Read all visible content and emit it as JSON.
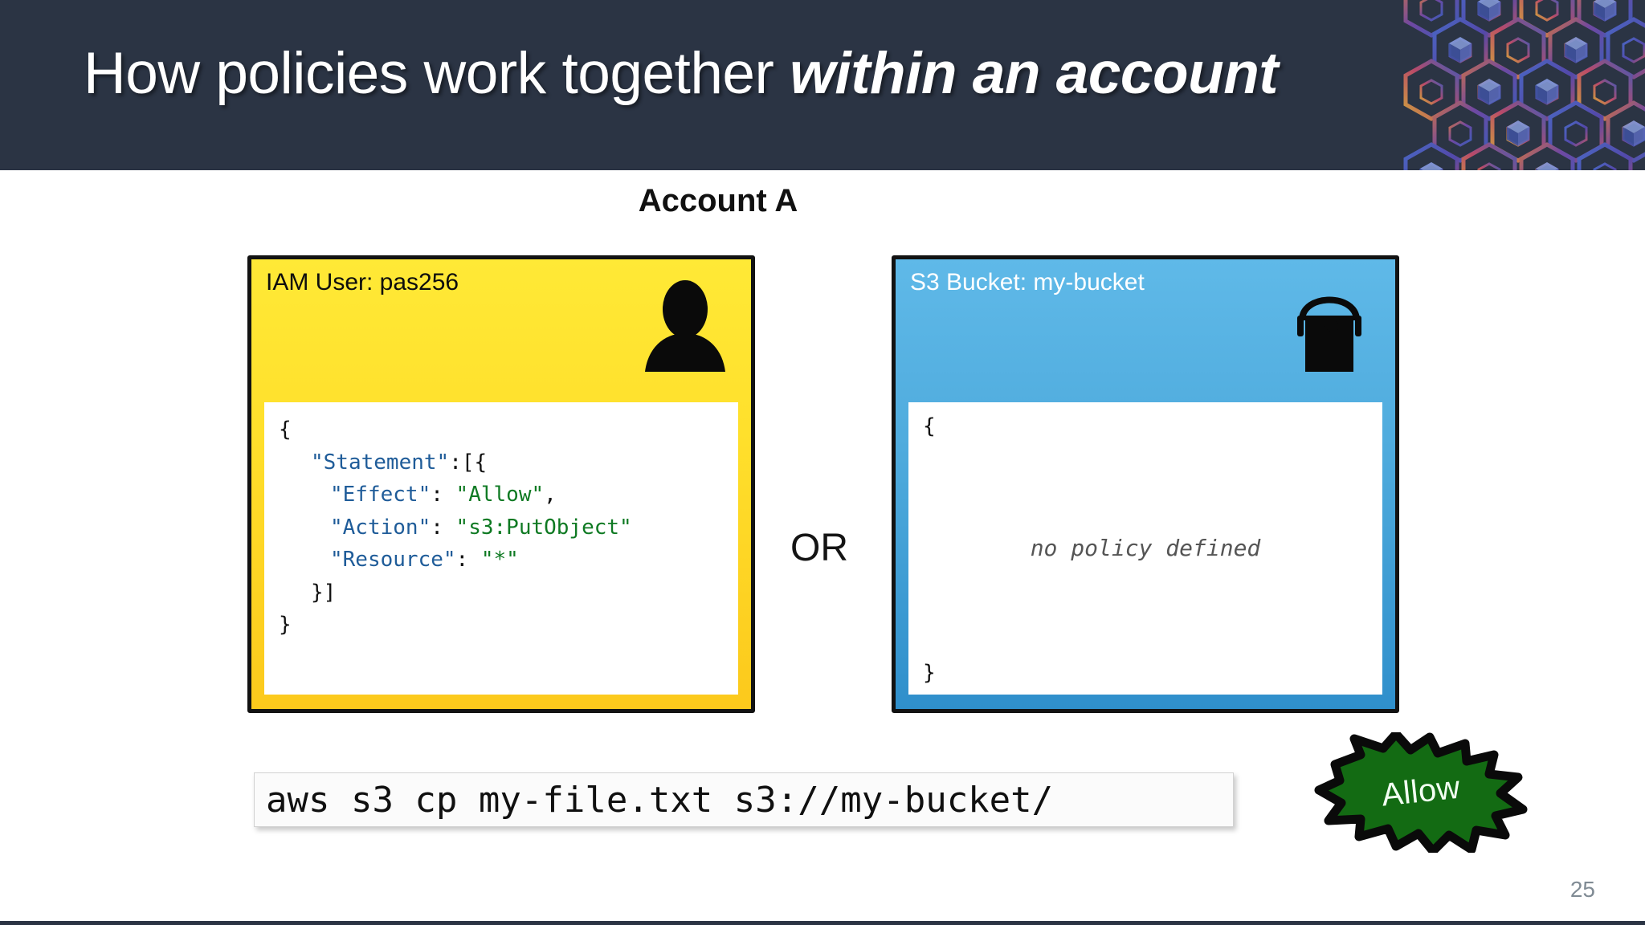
{
  "slide": {
    "title_main": "How policies work together ",
    "title_emphasis": "within an account",
    "header_bg": "#2b3444",
    "page_number": "25"
  },
  "account": {
    "title": "Account A"
  },
  "iam_card": {
    "label": "IAM User: pas256",
    "icon": "person-silhouette-icon",
    "accent": "#ffe02c",
    "policy": {
      "line1_p": "{",
      "line2_k": "\"Statement\"",
      "line2_p": ":[{",
      "line3_k": "\"Effect\"",
      "line3_sep": ": ",
      "line3_v": "\"Allow\"",
      "line3_p": ",",
      "line4_k": "\"Action\"",
      "line4_sep": ": ",
      "line4_v": "\"s3:PutObject\"",
      "line5_k": "\"Resource\"",
      "line5_sep": ": ",
      "line5_v": "\"*\"",
      "line6_p": "}]",
      "line7_p": "}"
    }
  },
  "s3_card": {
    "label": "S3 Bucket: my-bucket",
    "icon": "paint-bucket-icon",
    "accent": "#4fabdd",
    "brace_open": "{",
    "brace_close": "}",
    "empty_note": "no policy defined"
  },
  "connector": {
    "operator": "OR"
  },
  "command": {
    "text": "aws s3 cp my-file.txt s3://my-bucket/"
  },
  "result_badge": {
    "label": "Allow",
    "fill": "#136b13",
    "outline": "#0a0a0a"
  }
}
